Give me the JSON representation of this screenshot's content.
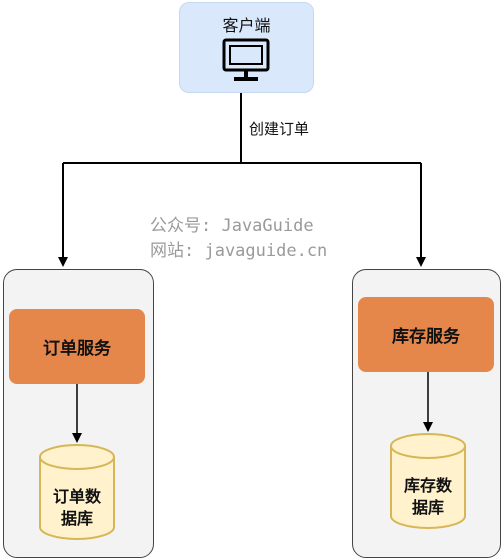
{
  "client": {
    "label": "客户端",
    "icon": "monitor-icon",
    "fill": "#dae8fc"
  },
  "edge_label": "创建订单",
  "watermark": {
    "line1": "公众号: JavaGuide",
    "line2": "网站: javaguide.cn"
  },
  "left_group": {
    "service_label": "订单服务",
    "db_label": "订单数\n据库"
  },
  "right_group": {
    "service_label": "库存服务",
    "db_label": "库存数\n据库"
  },
  "colors": {
    "service_fill": "#e5874b",
    "db_fill": "#fff2cc",
    "db_stroke": "#d6b656",
    "group_fill": "#f3f3f3"
  }
}
